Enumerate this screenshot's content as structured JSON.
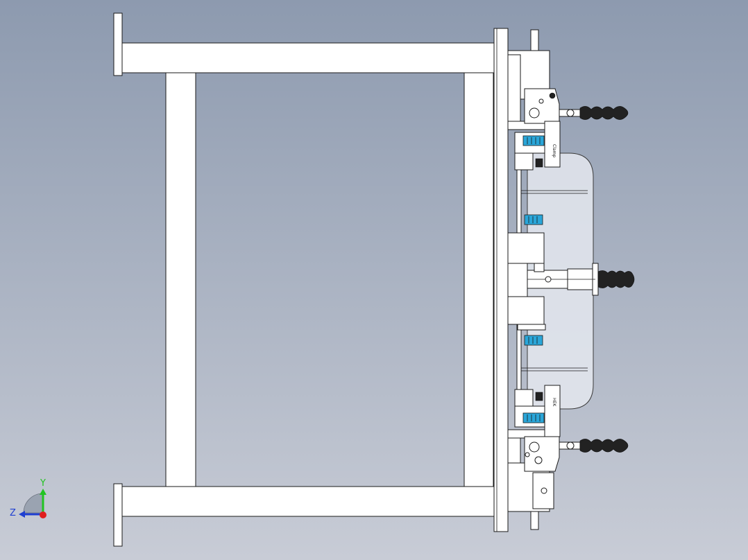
{
  "viewport": {
    "background_top": "#8d9aaf",
    "background_bottom": "#c8ccd6"
  },
  "model": {
    "part_color": "#ffffff",
    "edge_color": "#1a1a1a",
    "highlight_color": "#2aa6d9",
    "clamp_marks": [
      "Clamp",
      "HEK"
    ]
  },
  "triad": {
    "y_label": "Y",
    "z_label": "Z",
    "y_color": "#22c422",
    "z_color": "#1f3fd1",
    "x_color": "#e01e1e"
  }
}
